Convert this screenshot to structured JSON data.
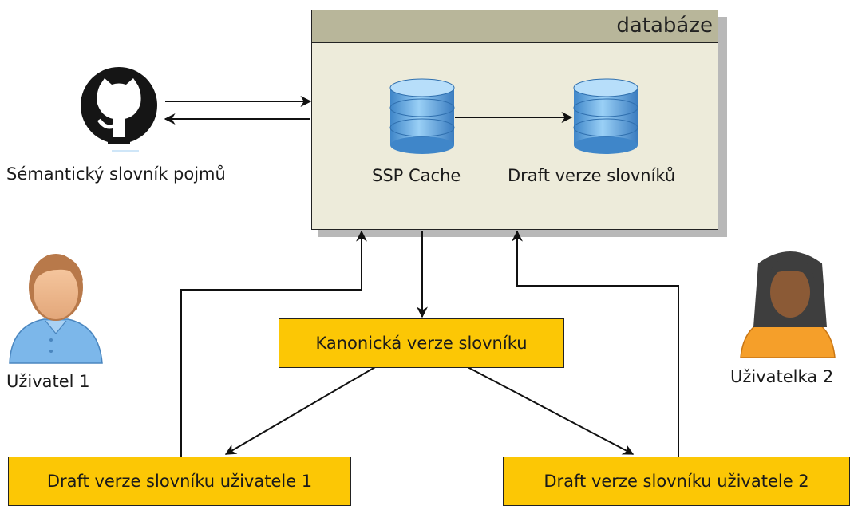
{
  "database": {
    "title": "databáze"
  },
  "ssp": {
    "label": "Sémantický slovník pojmů",
    "icon": "github-icon"
  },
  "cache": {
    "label": "SSP Cache"
  },
  "draft_db": {
    "label": "Draft verze slovníků"
  },
  "canonical": {
    "label": "Kanonická verze slovníku"
  },
  "user1": {
    "label": "Uživatel 1",
    "draft_label": "Draft verze slovníku uživatele 1"
  },
  "user2": {
    "label": "Uživatelka 2",
    "draft_label": "Draft verze slovníku uživatele 2"
  },
  "colors": {
    "db_fill": "#edebda",
    "db_header": "#b8b69a",
    "box_fill": "#fcc705",
    "cylinder": "#5aa2e0",
    "user1_shirt": "#7cb7ea",
    "user2_shirt": "#f59f2a"
  }
}
